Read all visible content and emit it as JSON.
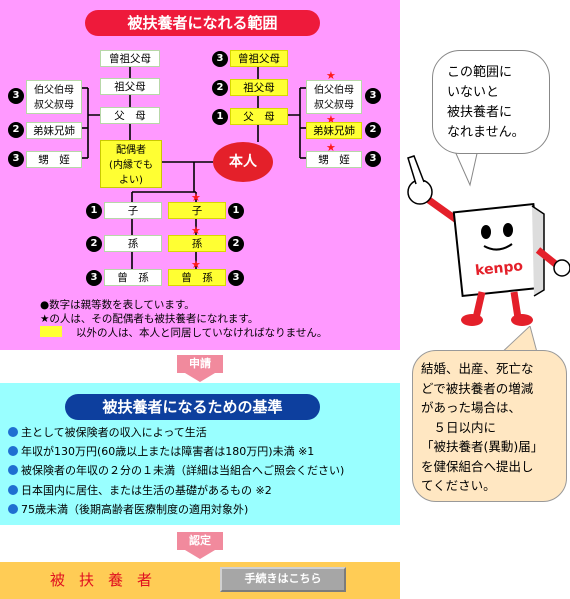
{
  "tree": {
    "title": "被扶養者になれる範囲",
    "self": "本人",
    "spouse": [
      "配偶者",
      "(内縁でも",
      "よい)"
    ],
    "nodes": {
      "spouse_great_grandparents": "曾祖父母",
      "spouse_grandparents": "祖父母",
      "spouse_parents": "父　母",
      "spouse_uncles_aunts": [
        "伯父伯母",
        "叔父叔母"
      ],
      "spouse_siblings": "弟妹兄姉",
      "spouse_nephews": "甥　姪",
      "own_great_grandparents": "曾祖父母",
      "own_grandparents": "祖父母",
      "own_parents": "父　母",
      "own_uncles_aunts": [
        "伯父伯母",
        "叔父叔母"
      ],
      "own_siblings": "弟妹兄姉",
      "own_nephews": "甥　姪",
      "child_left": "子",
      "child_right": "子",
      "grandchild_left": "孫",
      "grandchild_right": "孫",
      "great_grandchild_left": "曾　孫",
      "great_grandchild_right": "曾　孫"
    },
    "degrees": {
      "own_great_grandparents": "3",
      "own_grandparents": "2",
      "own_parents": "1",
      "own_uncles_aunts": "3",
      "own_siblings": "2",
      "own_nephews": "3",
      "spouse_uncles_aunts": "3",
      "spouse_siblings": "2",
      "spouse_nephews": "3",
      "child_left": "1",
      "child_right": "1",
      "grandchild_left": "2",
      "grandchild_right": "2",
      "great_grandchild_left": "3",
      "great_grandchild_right": "3"
    },
    "legend": {
      "degree_note": "●数字は親等数を表しています。",
      "star_note": "★の人は、その配偶者も被扶養者になれます。",
      "yellow_note": "以外の人は、本人と同居していなければなりません。"
    }
  },
  "arrows": {
    "apply": "申請",
    "approve": "認定"
  },
  "criteria": {
    "title": "被扶養者になるための基準",
    "items": [
      "主として被保険者の収入によって生活",
      "年収が130万円(60歳以上または障害者は180万円)未満 ※1",
      "被保険者の年収の２分の１未満（詳細は当組合へご照会ください)",
      "日本国内に居住、または生活の基礎があるもの ※2",
      "75歳未満（後期高齢者医療制度の適用対象外)"
    ]
  },
  "result": {
    "label": "被扶養者",
    "button": "手続きはこちら"
  },
  "bubble_top": [
    "この範囲に",
    "いないと",
    "被扶養者に",
    "なれません。"
  ],
  "bubble_bottom": [
    "結婚、出産、死亡な",
    "どで被扶養者の増減",
    "があった場合は、",
    "　５日以内に",
    "「被扶養者(異動)届」",
    "を健保組合へ提出し",
    "てください。"
  ],
  "mascot": {
    "logo": "kenpo"
  },
  "colors": {
    "tree_bg": "#ff99ff",
    "title_red": "#ee1a3b",
    "criteria_bg": "#99ffff",
    "criteria_title": "#0d3f9e",
    "highlight_yellow": "#ffff33",
    "result_bg": "#ffcc55",
    "arrow_pink": "#f18a9d",
    "self_red": "#e4202a"
  }
}
